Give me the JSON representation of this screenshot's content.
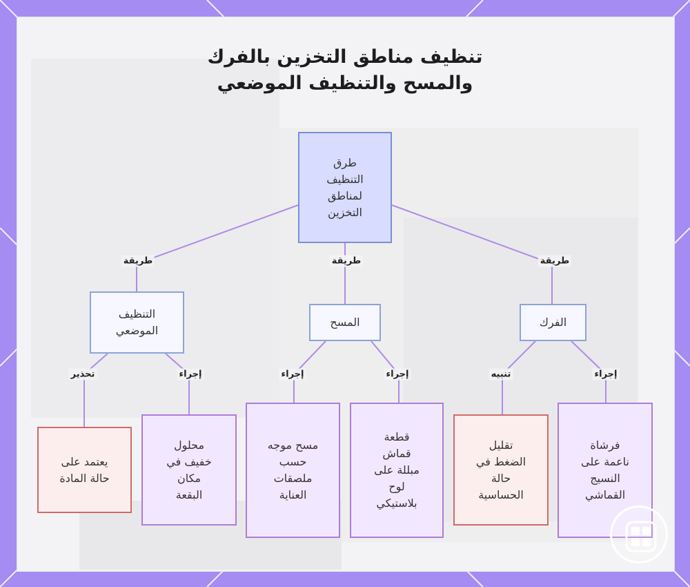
{
  "diagram": {
    "title_lines": [
      "تنظيف مناطق التخزين بالفرك",
      "والمسح والتنظيف الموضعي"
    ],
    "nodes": {
      "root": {
        "lines": [
          "طرق",
          "التنظيف",
          "لمناطق",
          "التخزين"
        ]
      },
      "scrub": {
        "lines": [
          "الفرك"
        ]
      },
      "wipe": {
        "lines": [
          "المسح"
        ]
      },
      "spot": {
        "lines": [
          "التنظيف",
          "الموضعي"
        ]
      },
      "soft_brush": {
        "lines": [
          "فرشاة",
          "ناعمة على",
          "النسيج",
          "القماشي"
        ]
      },
      "reduce_pressure": {
        "lines": [
          "تقليل",
          "الضغط في",
          "حالة",
          "الحساسية"
        ]
      },
      "damp_cloth": {
        "lines": [
          "قطعة",
          "قماش",
          "مبللة على",
          "لوح",
          "بلاستيكي"
        ]
      },
      "directed_wipe": {
        "lines": [
          "مسح موجه",
          "حسب",
          "ملصقات",
          "العناية"
        ]
      },
      "mild_solvent": {
        "lines": [
          "محلول",
          "خفيف في",
          "مكان",
          "البقعة"
        ]
      },
      "material_dependent": {
        "lines": [
          "يعتمد على",
          "حالة المادة"
        ]
      }
    },
    "edge_labels": {
      "method": "طريقة",
      "procedure": "إجراء",
      "note": "تنبيه",
      "caution": "تحذير"
    }
  },
  "colors": {
    "frame": "#a48cf2",
    "edge": "#b08ae6",
    "root_fill": "#d8dcff",
    "method_fill": "#f6f7ff",
    "step_fill": "#f1e8ff",
    "warn_fill": "#fdeeee",
    "warn_border": "#d06a6a"
  }
}
